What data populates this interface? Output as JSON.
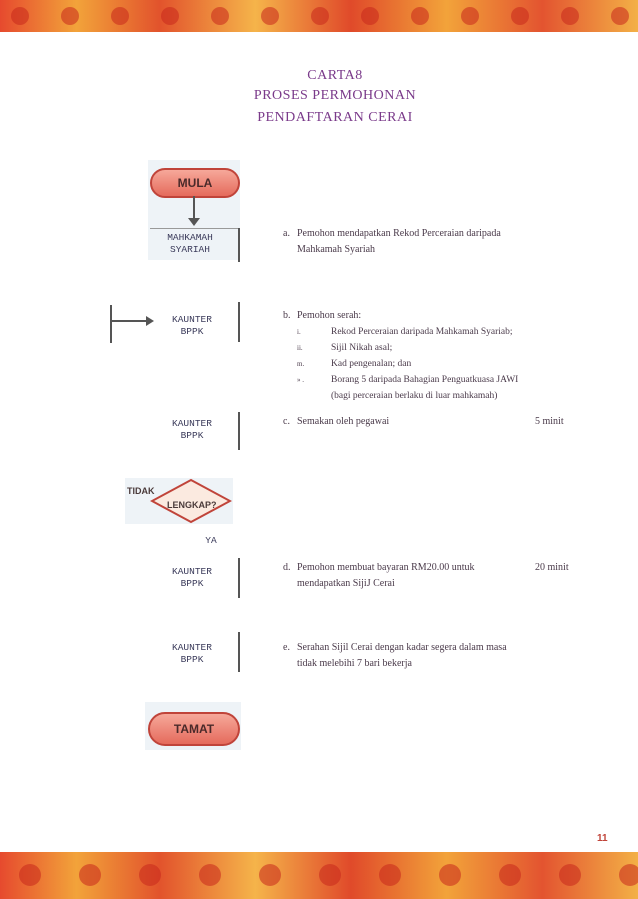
{
  "title": {
    "line1": "CARTA8",
    "line2": "PROSES PERMOHONAN",
    "line3": "PENDAFTARAN CERAI"
  },
  "flow": {
    "start": "MULA",
    "end": "TAMAT",
    "decision": "LENGKAP?",
    "no": "TIDAK",
    "yes": "YA",
    "nodes": [
      {
        "l1": "MAHKAMAH",
        "l2": "SYARIAH"
      },
      {
        "l1": "KAUNTER",
        "l2": "BPPK"
      },
      {
        "l1": "KAUNTER",
        "l2": "BPPK"
      },
      {
        "l1": "KAUNTER",
        "l2": "BPPK"
      },
      {
        "l1": "KAUNTER",
        "l2": "BPPK"
      }
    ]
  },
  "steps": {
    "a": {
      "label": "a.",
      "line1": "Pemohon  mendapatkan  Rekod Perceraian  daripada",
      "line2": "Mahkamah Syariah"
    },
    "b": {
      "label": "b.",
      "line1": "Pemohon serah:",
      "items": [
        {
          "num": "i.",
          "text": "Rekod Perceraian daripada Mahkamah Syariab;"
        },
        {
          "num": "ii.",
          "text": "Sijil Nikah asal;"
        },
        {
          "num": "m.",
          "text": "Kad pengenalan; dan"
        },
        {
          "num": "» .",
          "text": "Borang 5 daripada Bahagian Penguatkuasa JAWI"
        }
      ],
      "note": "(bagi perceraian berlaku di luar mahkamah)"
    },
    "c": {
      "label": "c.",
      "line1": "Semakan oleh pegawai",
      "time": "5 minit"
    },
    "d": {
      "label": "d.",
      "line1": "Pemohon membuat bayaran RM20.00 untuk",
      "line2": "mendapatkan SijiJ Cerai",
      "time": "20 minit"
    },
    "e": {
      "label": "e.",
      "line1": "Serahan Sijil Cerai dengan kadar segera dalam masa",
      "line2": "tidak melebihi 7 bari bekerja"
    }
  },
  "page_number": "11",
  "colors": {
    "band": "#e64a2e",
    "title": "#7a3a8a",
    "pill": "#e56b5c"
  }
}
